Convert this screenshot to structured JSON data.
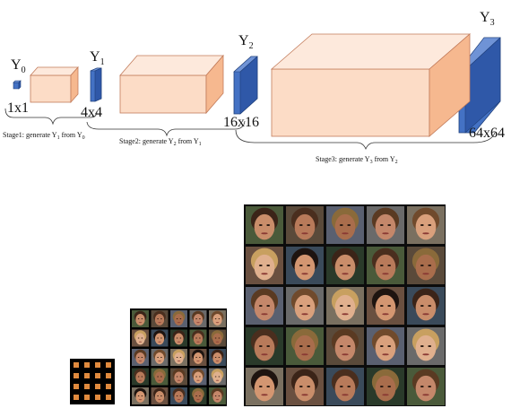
{
  "outputs": [
    {
      "letter": "Y",
      "subscript": "0",
      "size": "1x1"
    },
    {
      "letter": "Y",
      "subscript": "1",
      "size": "4x4"
    },
    {
      "letter": "Y",
      "subscript": "2",
      "size": "16x16"
    },
    {
      "letter": "Y",
      "subscript": "3",
      "size": "64x64"
    }
  ],
  "stages": [
    {
      "prefix": "Stage1: generate Y",
      "target": "1",
      "middle": " from Y",
      "source": "0"
    },
    {
      "prefix": "Stage2: generate Y",
      "target": "2",
      "middle": " from Y",
      "source": "1"
    },
    {
      "prefix": "Stage3: generate Y",
      "target": "3",
      "middle": " from Y",
      "source": "2"
    }
  ],
  "sample_grids": [
    {
      "name": "4x4-samples",
      "rows": 4,
      "cols": 4
    },
    {
      "name": "16x16-samples",
      "rows": 5,
      "cols": 5
    },
    {
      "name": "64x64-samples",
      "rows": 5,
      "cols": 5
    }
  ],
  "colors": {
    "block_front": "#fcdcc6",
    "block_top": "#fde9dc",
    "block_side": "#f6b88f",
    "block_edge": "#c27b5a",
    "tensor_front": "#4472c4",
    "tensor_side": "#2f58a8",
    "tensor_edge": "#1f3f7a",
    "grid_background": "#000000",
    "grid_cell": "#e08a3e"
  }
}
